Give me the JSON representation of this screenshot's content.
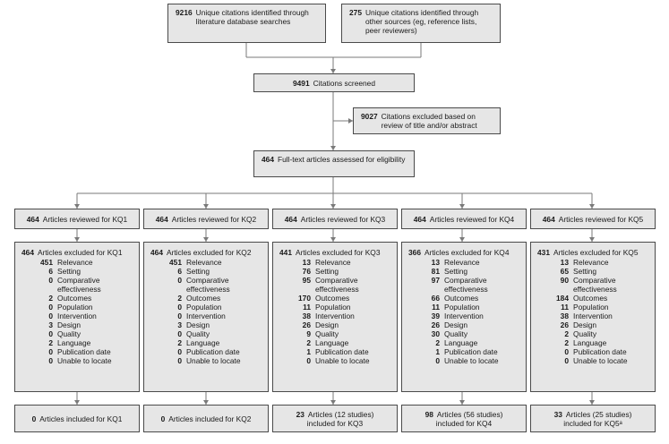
{
  "top": [
    {
      "num": "9216",
      "text": "Unique citations identified through literature database searches"
    },
    {
      "num": "275",
      "text": "Unique citations identified through other sources (eg, reference lists, peer reviewers)"
    }
  ],
  "screened": {
    "num": "9491",
    "text": "Citations screened"
  },
  "excluded_title": {
    "num": "9027",
    "text": "Citations excluded based on review of title and/or abstract"
  },
  "fulltext": {
    "num": "464",
    "text": "Full-text articles assessed for eligibility"
  },
  "kqs": [
    {
      "reviewed": {
        "num": "464",
        "text": "Articles reviewed for KQ1"
      },
      "excluded": {
        "num": "464",
        "text": "Articles excluded for KQ1"
      },
      "reasons": [
        {
          "n": "451",
          "r": "Relevance"
        },
        {
          "n": "6",
          "r": "Setting"
        },
        {
          "n": "0",
          "r": "Comparative effectiveness"
        },
        {
          "n": "2",
          "r": "Outcomes"
        },
        {
          "n": "0",
          "r": "Population"
        },
        {
          "n": "0",
          "r": "Intervention"
        },
        {
          "n": "3",
          "r": "Design"
        },
        {
          "n": "0",
          "r": "Quality"
        },
        {
          "n": "2",
          "r": "Language"
        },
        {
          "n": "0",
          "r": "Publication date"
        },
        {
          "n": "0",
          "r": "Unable to locate"
        }
      ],
      "included": {
        "num": "0",
        "text": "Articles included for KQ1",
        "line2": ""
      }
    },
    {
      "reviewed": {
        "num": "464",
        "text": "Articles reviewed for KQ2"
      },
      "excluded": {
        "num": "464",
        "text": "Articles excluded for KQ2"
      },
      "reasons": [
        {
          "n": "451",
          "r": "Relevance"
        },
        {
          "n": "6",
          "r": "Setting"
        },
        {
          "n": "0",
          "r": "Comparative effectiveness"
        },
        {
          "n": "2",
          "r": "Outcomes"
        },
        {
          "n": "0",
          "r": "Population"
        },
        {
          "n": "0",
          "r": "Intervention"
        },
        {
          "n": "3",
          "r": "Design"
        },
        {
          "n": "0",
          "r": "Quality"
        },
        {
          "n": "2",
          "r": "Language"
        },
        {
          "n": "0",
          "r": "Publication date"
        },
        {
          "n": "0",
          "r": "Unable to locate"
        }
      ],
      "included": {
        "num": "0",
        "text": "Articles included for KQ2",
        "line2": ""
      }
    },
    {
      "reviewed": {
        "num": "464",
        "text": "Articles reviewed for KQ3"
      },
      "excluded": {
        "num": "441",
        "text": "Articles excluded for KQ3"
      },
      "reasons": [
        {
          "n": "13",
          "r": "Relevance"
        },
        {
          "n": "76",
          "r": "Setting"
        },
        {
          "n": "95",
          "r": "Comparative effectiveness"
        },
        {
          "n": "170",
          "r": "Outcomes"
        },
        {
          "n": "11",
          "r": "Population"
        },
        {
          "n": "38",
          "r": "Intervention"
        },
        {
          "n": "26",
          "r": "Design"
        },
        {
          "n": "9",
          "r": "Quality"
        },
        {
          "n": "2",
          "r": "Language"
        },
        {
          "n": "1",
          "r": "Publication date"
        },
        {
          "n": "0",
          "r": "Unable to locate"
        }
      ],
      "included": {
        "num": "23",
        "text": "Articles (12 studies)",
        "line2": "included for KQ3"
      }
    },
    {
      "reviewed": {
        "num": "464",
        "text": "Articles reviewed for KQ4"
      },
      "excluded": {
        "num": "366",
        "text": "Articles excluded for KQ4"
      },
      "reasons": [
        {
          "n": "13",
          "r": "Relevance"
        },
        {
          "n": "81",
          "r": "Setting"
        },
        {
          "n": "97",
          "r": "Comparative effectiveness"
        },
        {
          "n": "66",
          "r": "Outcomes"
        },
        {
          "n": "11",
          "r": "Population"
        },
        {
          "n": "39",
          "r": "Intervention"
        },
        {
          "n": "26",
          "r": "Design"
        },
        {
          "n": "30",
          "r": "Quality"
        },
        {
          "n": "2",
          "r": "Language"
        },
        {
          "n": "1",
          "r": "Publication date"
        },
        {
          "n": "0",
          "r": "Unable to locate"
        }
      ],
      "included": {
        "num": "98",
        "text": "Articles (56 studies)",
        "line2": "included for KQ4"
      }
    },
    {
      "reviewed": {
        "num": "464",
        "text": "Articles reviewed for KQ5"
      },
      "excluded": {
        "num": "431",
        "text": "Articles excluded for KQ5"
      },
      "reasons": [
        {
          "n": "13",
          "r": "Relevance"
        },
        {
          "n": "65",
          "r": "Setting"
        },
        {
          "n": "90",
          "r": "Comparative effectiveness"
        },
        {
          "n": "184",
          "r": "Outcomes"
        },
        {
          "n": "11",
          "r": "Population"
        },
        {
          "n": "38",
          "r": "Intervention"
        },
        {
          "n": "26",
          "r": "Design"
        },
        {
          "n": "2",
          "r": "Quality"
        },
        {
          "n": "2",
          "r": "Language"
        },
        {
          "n": "0",
          "r": "Publication date"
        },
        {
          "n": "0",
          "r": "Unable to locate"
        }
      ],
      "included": {
        "num": "33",
        "text": "Articles (25 studies)",
        "line2": "included for KQ5ᵃ"
      }
    }
  ],
  "colors": {
    "box_fill": "#e6e6e6",
    "border": "#4a4a4a",
    "line": "#7a7a7a"
  }
}
